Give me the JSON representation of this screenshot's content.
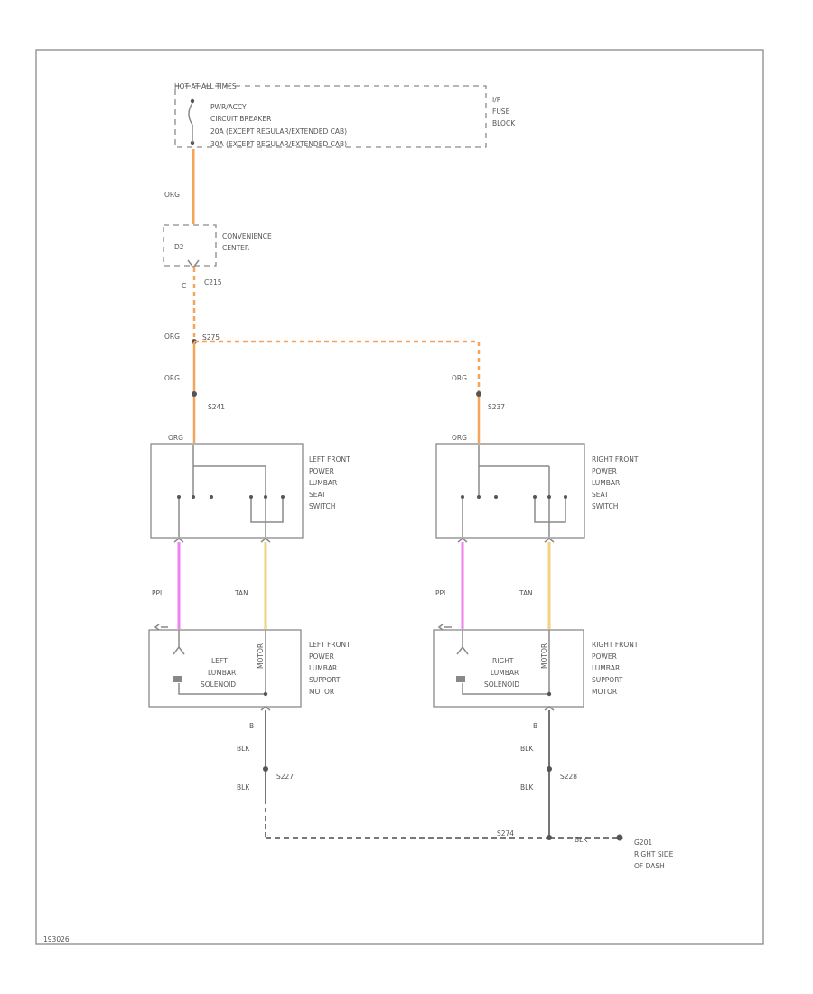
{
  "fuse_block": {
    "heading": "HOT AT ALL TIMES",
    "fuse": "PWR/ACCY",
    "device": "CIRCUIT BREAKER",
    "rating_1": "20A (EXCEPT REGULAR/EXTENDED CAB)",
    "rating_2": "30A (EXCEPT REGULAR/EXTENDED CAB)",
    "block_1": "I/P",
    "block_2": "FUSE",
    "block_3": "BLOCK"
  },
  "convenience_center": {
    "num": "D2",
    "label_1": "CONVENIENCE",
    "label_2": "CENTER",
    "pin": "C",
    "conn": "C215"
  },
  "splice_top": {
    "wire": "ORG",
    "id": "S275"
  },
  "left": {
    "wire_top": "ORG",
    "splice": "S241",
    "sw_pin": "ORG",
    "switch_label": [
      "LEFT FRONT",
      "POWER",
      "LUMBAR",
      "SEAT",
      "SWITCH"
    ],
    "ppl": "PPL",
    "tan": "TAN",
    "motor_inner": [
      "LEFT",
      "LUMBAR",
      "SOLENOID"
    ],
    "motor_label": [
      "LEFT FRONT",
      "POWER",
      "LUMBAR",
      "SUPPORT",
      "MOTOR"
    ],
    "motor_vert": "MOTOR",
    "pin_b": "B",
    "blk_1": "BLK",
    "splice_bot": "S227",
    "blk_2": "BLK"
  },
  "right": {
    "wire_top": "ORG",
    "splice": "S237",
    "sw_pin": "ORG",
    "switch_label": [
      "RIGHT FRONT",
      "POWER",
      "LUMBAR",
      "SEAT",
      "SWITCH"
    ],
    "ppl": "PPL",
    "tan": "TAN",
    "motor_inner": [
      "RIGHT",
      "LUMBAR",
      "SOLENOID"
    ],
    "motor_label": [
      "RIGHT FRONT",
      "POWER",
      "LUMBAR",
      "SUPPORT",
      "MOTOR"
    ],
    "motor_vert": "MOTOR",
    "pin_b": "B",
    "blk_1": "BLK",
    "splice_bot": "S228",
    "blk_2": "BLK"
  },
  "ground": {
    "splice": "S274",
    "wire": "BLK",
    "id": "G201",
    "label_1": "RIGHT SIDE",
    "label_2": "OF DASH"
  },
  "footer": "193026",
  "colors": {
    "orange": "#f5a45a",
    "pink": "#ee82ee",
    "tan": "#f2d27a",
    "line": "#8a8a8a"
  }
}
